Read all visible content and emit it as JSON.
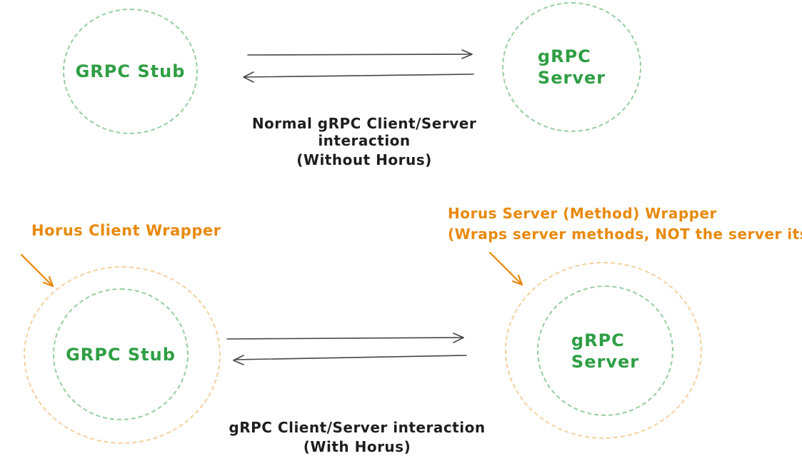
{
  "colors": {
    "green": "#2f9e44",
    "green_dash": "#2f9e4480",
    "orange": "#e8890c",
    "orange_dash": "#e8890c66",
    "ink": "#1e1e1e",
    "arrow": "#454545"
  },
  "top_section": {
    "client_label": "GRPC Stub",
    "server_label": "gRPC\nServer",
    "caption_line1": "Normal gRPC Client/Server interaction",
    "caption_line2": "(Without Horus)"
  },
  "bottom_section": {
    "client_label": "GRPC Stub",
    "server_label": "gRPC\nServer",
    "client_wrapper_label": "Horus Client Wrapper",
    "server_wrapper_line1": "Horus Server (Method) Wrapper",
    "server_wrapper_line2": "(Wraps server methods, NOT the server itself).",
    "caption_line1": "gRPC Client/Server interaction",
    "caption_line2": "(With Horus)"
  }
}
